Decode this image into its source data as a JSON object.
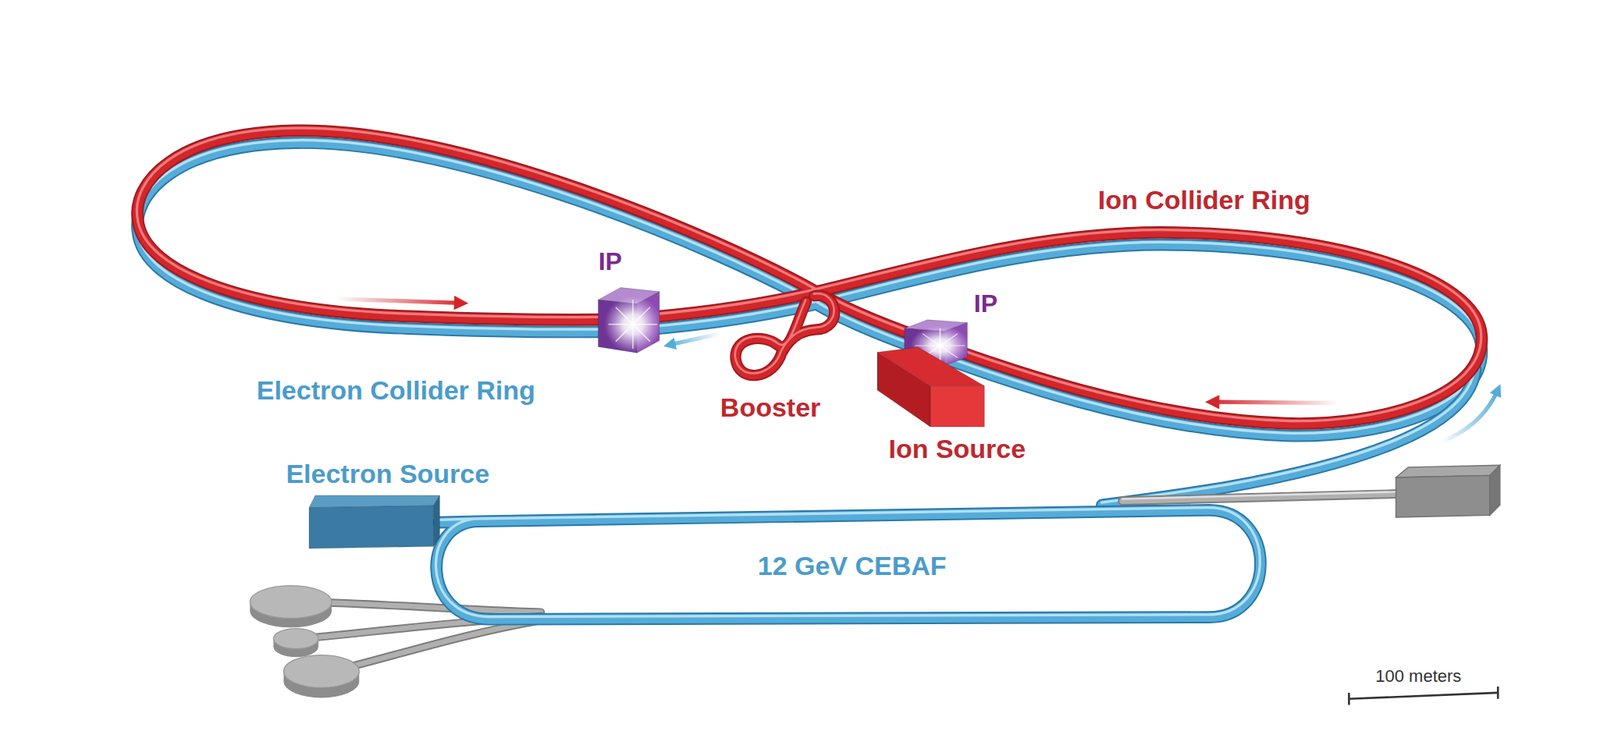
{
  "diagram": {
    "nodes": [
      {
        "text": [
          "IP"
        ]
      },
      {
        "text": [
          "IP"
        ]
      },
      {
        "text": [
          "Ion Source"
        ]
      },
      {
        "text": [
          "Electron Source"
        ]
      }
    ],
    "labels": [
      "Ion Collider Ring",
      "Electron Collider Ring",
      "Booster",
      "12 GeV CEBAF",
      "100 meters"
    ]
  }
}
